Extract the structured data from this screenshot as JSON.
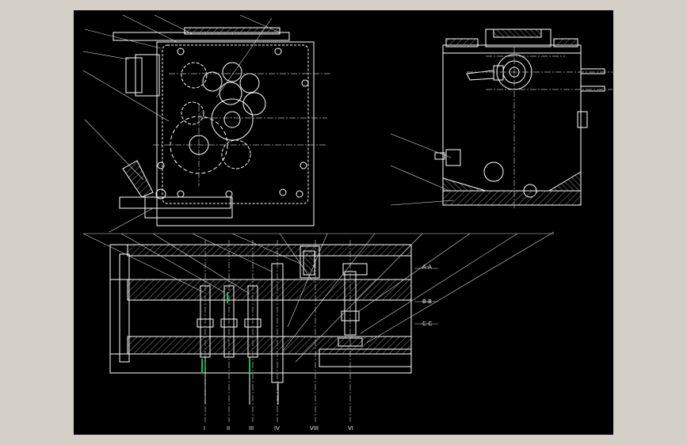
{
  "viewport": {
    "background": "#000000",
    "frame_color": "#d4d0c8"
  },
  "colors": {
    "line": "#ffffff",
    "hatch": "#9a9a9a",
    "dim": "#cfcfcf",
    "accent": "#00c864"
  },
  "views": {
    "front_view": "main-gearbox-section",
    "side_view": "right-side-section",
    "plan_view": "bottom-longitudinal-section"
  },
  "section_marks": [
    "A-A",
    "B-B",
    "C-C"
  ],
  "shaft_labels": [
    "I",
    "II",
    "III",
    "IV",
    "VIII",
    "VI"
  ]
}
